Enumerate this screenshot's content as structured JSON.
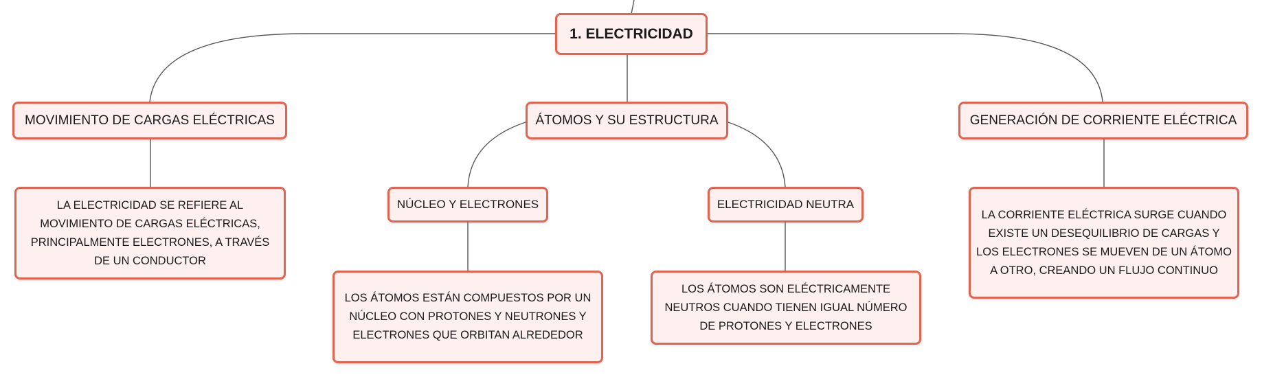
{
  "colors": {
    "node_fill": "#fdf0ee",
    "node_border": "#e0644f",
    "connector": "#555555"
  },
  "mindmap": {
    "root": {
      "label": "1. ELECTRICIDAD"
    },
    "branch_movimiento": {
      "label": "MOVIMIENTO DE CARGAS ELÉCTRICAS",
      "detail": "LA ELECTRICIDAD SE REFIERE AL MOVIMIENTO DE CARGAS ELÉCTRICAS, PRINCIPALMENTE ELECTRONES, A TRAVÉS DE UN CONDUCTOR"
    },
    "branch_atomos": {
      "label": "ÁTOMOS Y SU ESTRUCTURA",
      "nucleo": {
        "label": "NÚCLEO Y ELECTRONES",
        "detail": "LOS ÁTOMOS ESTÁN COMPUESTOS POR UN NÚCLEO CON PROTONES Y NEUTRONES Y ELECTRONES QUE ORBITAN ALREDEDOR"
      },
      "neutra": {
        "label": "ELECTRICIDAD NEUTRA",
        "detail": "LOS ÁTOMOS SON ELÉCTRICAMENTE NEUTROS CUANDO TIENEN IGUAL NÚMERO DE PROTONES Y ELECTRONES"
      }
    },
    "branch_generacion": {
      "label": "GENERACIÓN DE CORRIENTE ELÉCTRICA",
      "detail": "LA CORRIENTE ELÉCTRICA SURGE CUANDO EXISTE UN DESEQUILIBRIO DE CARGAS Y LOS ELECTRONES SE MUEVEN DE UN ÁTOMO A OTRO, CREANDO UN FLUJO CONTINUO"
    }
  }
}
